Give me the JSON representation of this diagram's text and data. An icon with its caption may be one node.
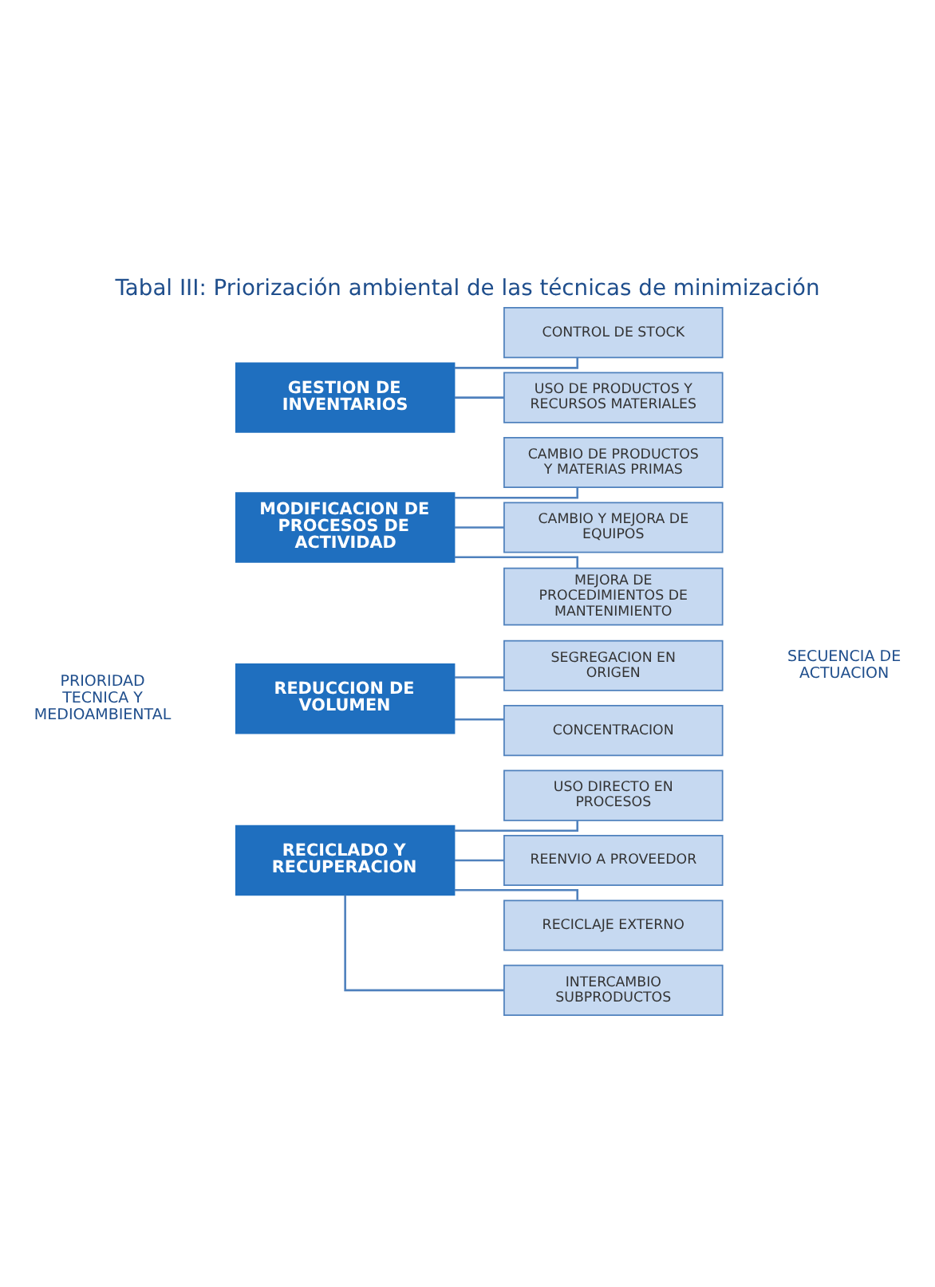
{
  "diagram": {
    "title": "Tabal III: Priorización ambiental de las técnicas de minimización",
    "nodes": [
      {
        "text": [
          "GESTION DE INVENTARIOS"
        ]
      },
      {
        "text": [
          "CONTROL DE STOCK"
        ]
      },
      {
        "text": [
          "USO DE PRODUCTOS Y RECURSOS MATERIALES"
        ]
      },
      {
        "text": [
          "MODIFICACION DE PROCESOS DE ACTIVIDAD"
        ]
      },
      {
        "text": [
          "CAMBIO DE PRODUCTOS Y MATERIAS PRIMAS"
        ]
      },
      {
        "text": [
          "CAMBIO Y MEJORA DE EQUIPOS"
        ]
      },
      {
        "text": [
          "MEJORA DE PROCEDIMIENTOS DE MANTENIMIENTO"
        ]
      },
      {
        "text": [
          "REDUCCION DE VOLUMEN"
        ]
      },
      {
        "text": [
          "SEGREGACION EN ORIGEN"
        ]
      },
      {
        "text": [
          "CONCENTRACION"
        ]
      },
      {
        "text": [
          "RECICLADO Y RECUPERACION"
        ]
      },
      {
        "text": [
          "USO DIRECTO EN PROCESOS"
        ]
      },
      {
        "text": [
          "REENVIO A PROVEEDOR"
        ]
      },
      {
        "text": [
          "RECICLAJE EXTERNO"
        ]
      },
      {
        "text": [
          "INTERCAMBIO SUBPRODUCTOS"
        ]
      }
    ],
    "edges": [
      {
        "from": 0,
        "to": 1,
        "arrow": "none"
      },
      {
        "from": 0,
        "to": 2,
        "arrow": "none"
      },
      {
        "from": 3,
        "to": 4,
        "arrow": "none"
      },
      {
        "from": 3,
        "to": 5,
        "arrow": "none"
      },
      {
        "from": 3,
        "to": 6,
        "arrow": "none"
      },
      {
        "from": 7,
        "to": 8,
        "arrow": "none"
      },
      {
        "from": 7,
        "to": 9,
        "arrow": "none"
      },
      {
        "from": 10,
        "to": 11,
        "arrow": "none"
      },
      {
        "from": 10,
        "to": 12,
        "arrow": "none"
      },
      {
        "from": 10,
        "to": 13,
        "arrow": "none"
      },
      {
        "from": 10,
        "to": 14,
        "arrow": "none"
      }
    ],
    "labels": [
      "PRIORIDAD TECNICA Y MEDIOAMBIENTAL",
      "SECUENCIA DE ACTUACION"
    ]
  }
}
